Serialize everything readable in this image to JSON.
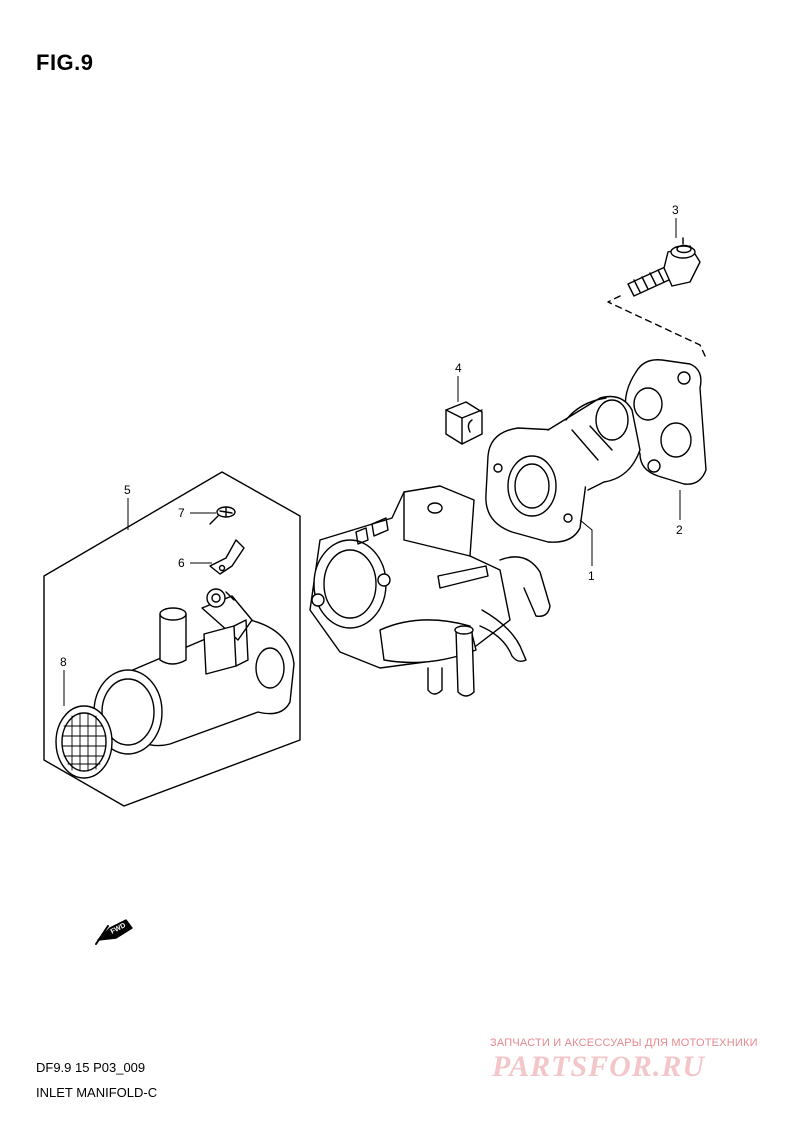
{
  "figure": {
    "title": "FIG.9"
  },
  "callouts": [
    "1",
    "2",
    "3",
    "4",
    "5",
    "6",
    "7",
    "8"
  ],
  "fwd_label": "FWD",
  "footer": {
    "code": "DF9.9 15 P03_009",
    "name": "INLET MANIFOLD-C"
  },
  "watermark": {
    "tagline": "ЗАПЧАСТИ И АКСЕССУАРЫ ДЛЯ МОТОТЕХНИКИ",
    "logo": "PARTSFOR.RU"
  },
  "colors": {
    "line": "#000000",
    "watermark_text": "#e48a8f",
    "watermark_logo": "#f3c6c9"
  }
}
